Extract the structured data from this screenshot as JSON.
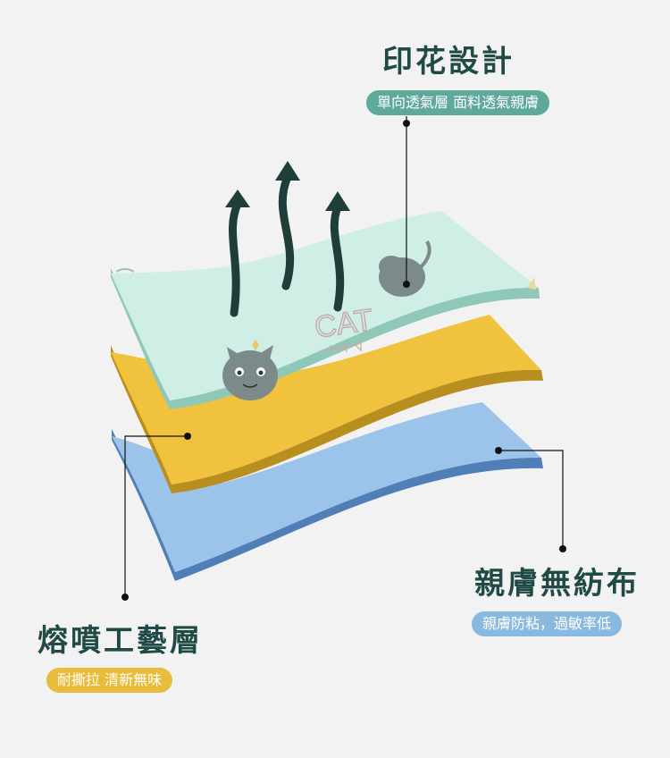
{
  "labels": {
    "top": {
      "title": "印花設計",
      "subtitle": "單向透氣層 面料透氣親膚"
    },
    "right": {
      "title": "親膚無紡布",
      "subtitle": "親膚防粘，過敏率低"
    },
    "left": {
      "title": "熔噴工藝層",
      "subtitle": "耐撕拉 清新無味"
    }
  },
  "print_text": "CAT",
  "colors": {
    "background": "#f2f2f2",
    "top_layer": "#cfeee6",
    "top_layer_edge": "#8fc8b8",
    "middle_layer": "#f0c23e",
    "middle_layer_edge": "#b88e1f",
    "bottom_layer": "#9cc4ea",
    "bottom_layer_edge": "#4f7fb6",
    "title_text": "#1f4a45",
    "arrow": "#1f3e3a"
  },
  "icons": [
    "wave-arrow-icon",
    "cat-face-icon",
    "cat-body-icon",
    "fish-bone-icon"
  ]
}
